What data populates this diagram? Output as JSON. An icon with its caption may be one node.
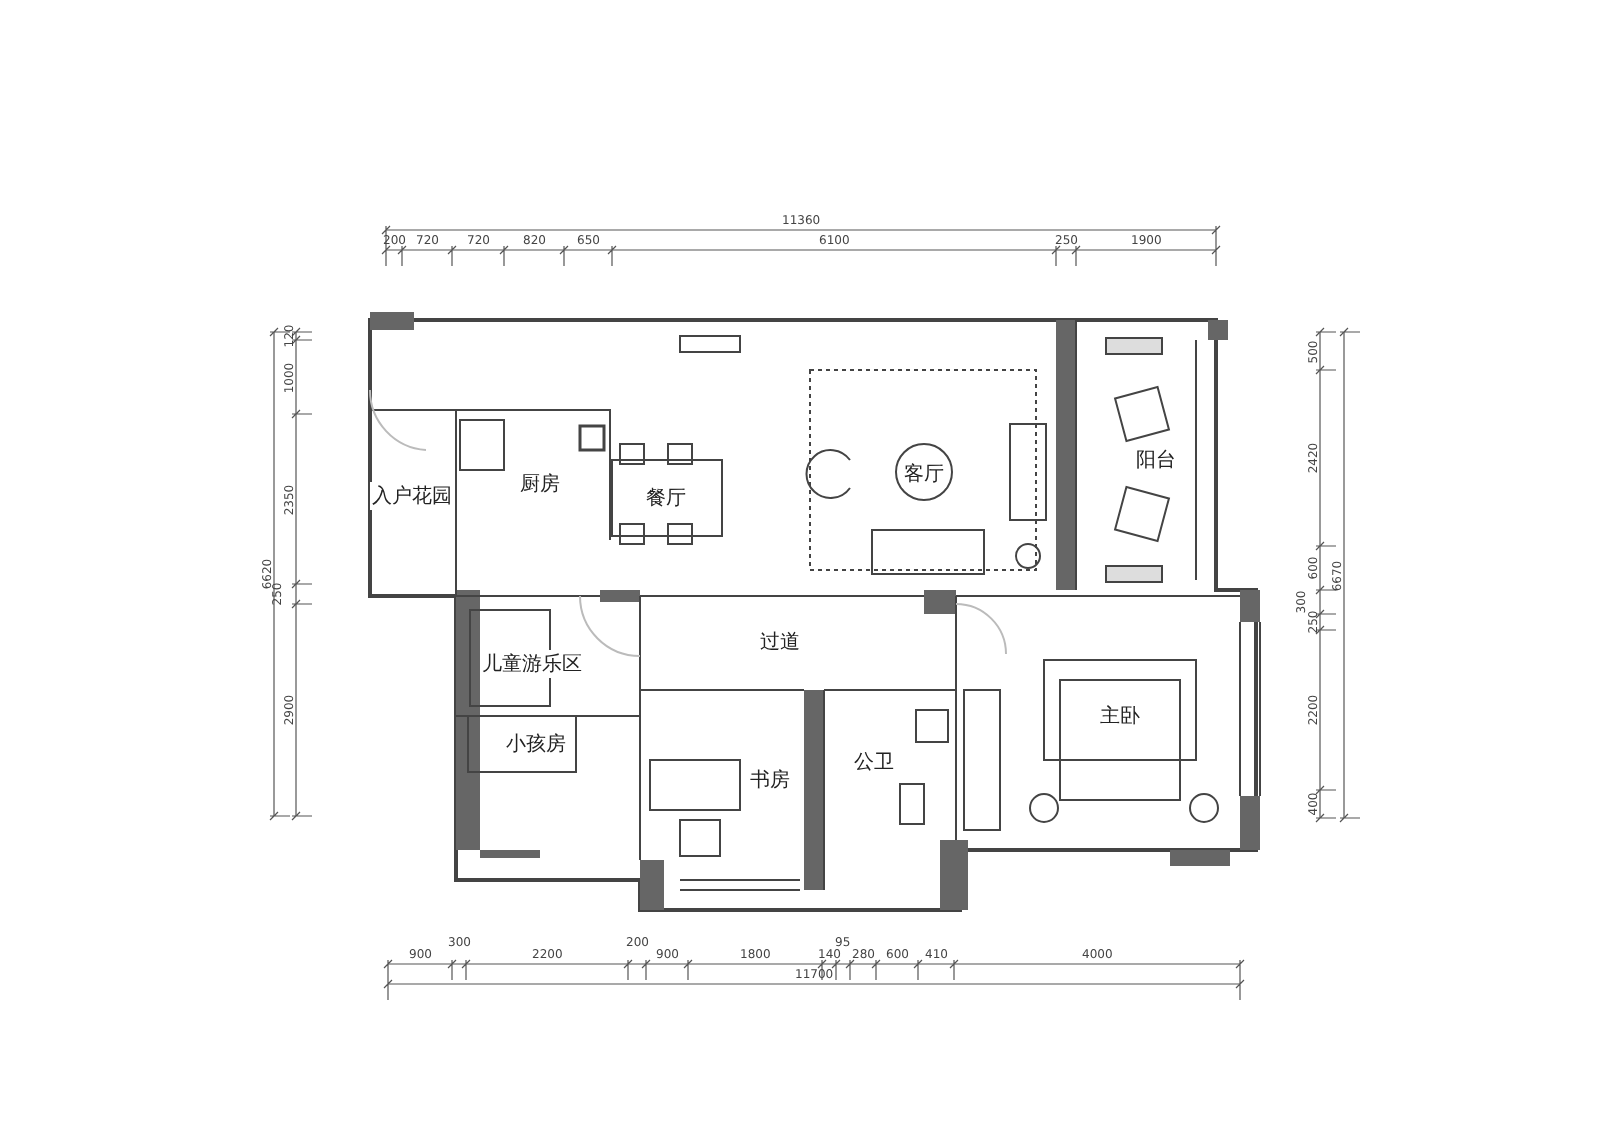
{
  "diagram": {
    "nodes": [
      {
        "text": [
          "入户花园"
        ]
      },
      {
        "text": [
          "厨房"
        ]
      },
      {
        "text": [
          "餐厅"
        ]
      },
      {
        "text": [
          "客厅"
        ]
      },
      {
        "text": [
          "阳台"
        ]
      },
      {
        "text": [
          "过道"
        ]
      },
      {
        "text": [
          "儿童游乐区"
        ]
      },
      {
        "text": [
          "小孩房"
        ]
      },
      {
        "text": [
          "书房"
        ]
      },
      {
        "text": [
          "公卫"
        ]
      },
      {
        "text": [
          "主卧"
        ]
      }
    ],
    "labels": [
      "11360",
      "200",
      "720",
      "720",
      "820",
      "650",
      "6100",
      "250",
      "1900",
      "6620",
      "120",
      "1000",
      "2350",
      "250",
      "2900",
      "500",
      "2420",
      "600",
      "300",
      "250",
      "2200",
      "400",
      "6670",
      "900",
      "300",
      "2200",
      "200",
      "900",
      "1800",
      "140",
      "95",
      "280",
      "600",
      "410",
      "4000",
      "11700"
    ]
  }
}
